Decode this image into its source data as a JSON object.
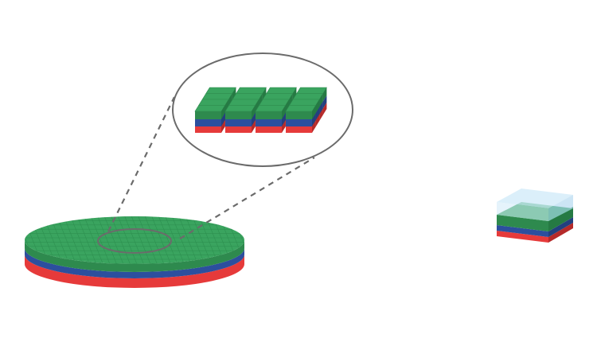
{
  "colors": {
    "background": "#ffffff",
    "layer_top": "#3aa45f",
    "layer_top_side": "#2e8a4e",
    "layer_top_dark": "#257a43",
    "layer_middle": "#2c4f9e",
    "layer_middle_side": "#22407f",
    "layer_bottom": "#e63a3a",
    "layer_bottom_side": "#b52a2a",
    "grid_line": "#2a8a4c",
    "outline": "#6b6b6b",
    "encapsulation": "#cfe9f8",
    "encapsulation_edge": "#aad4ee"
  },
  "diagram": {
    "wafer": {
      "layers": [
        "top-green",
        "middle-blue",
        "bottom-red"
      ]
    },
    "zoom_callout": {
      "pixel_rows": 4,
      "pixel_columns": 4
    },
    "encapsulated_pixel": {
      "has_cover": true
    }
  }
}
